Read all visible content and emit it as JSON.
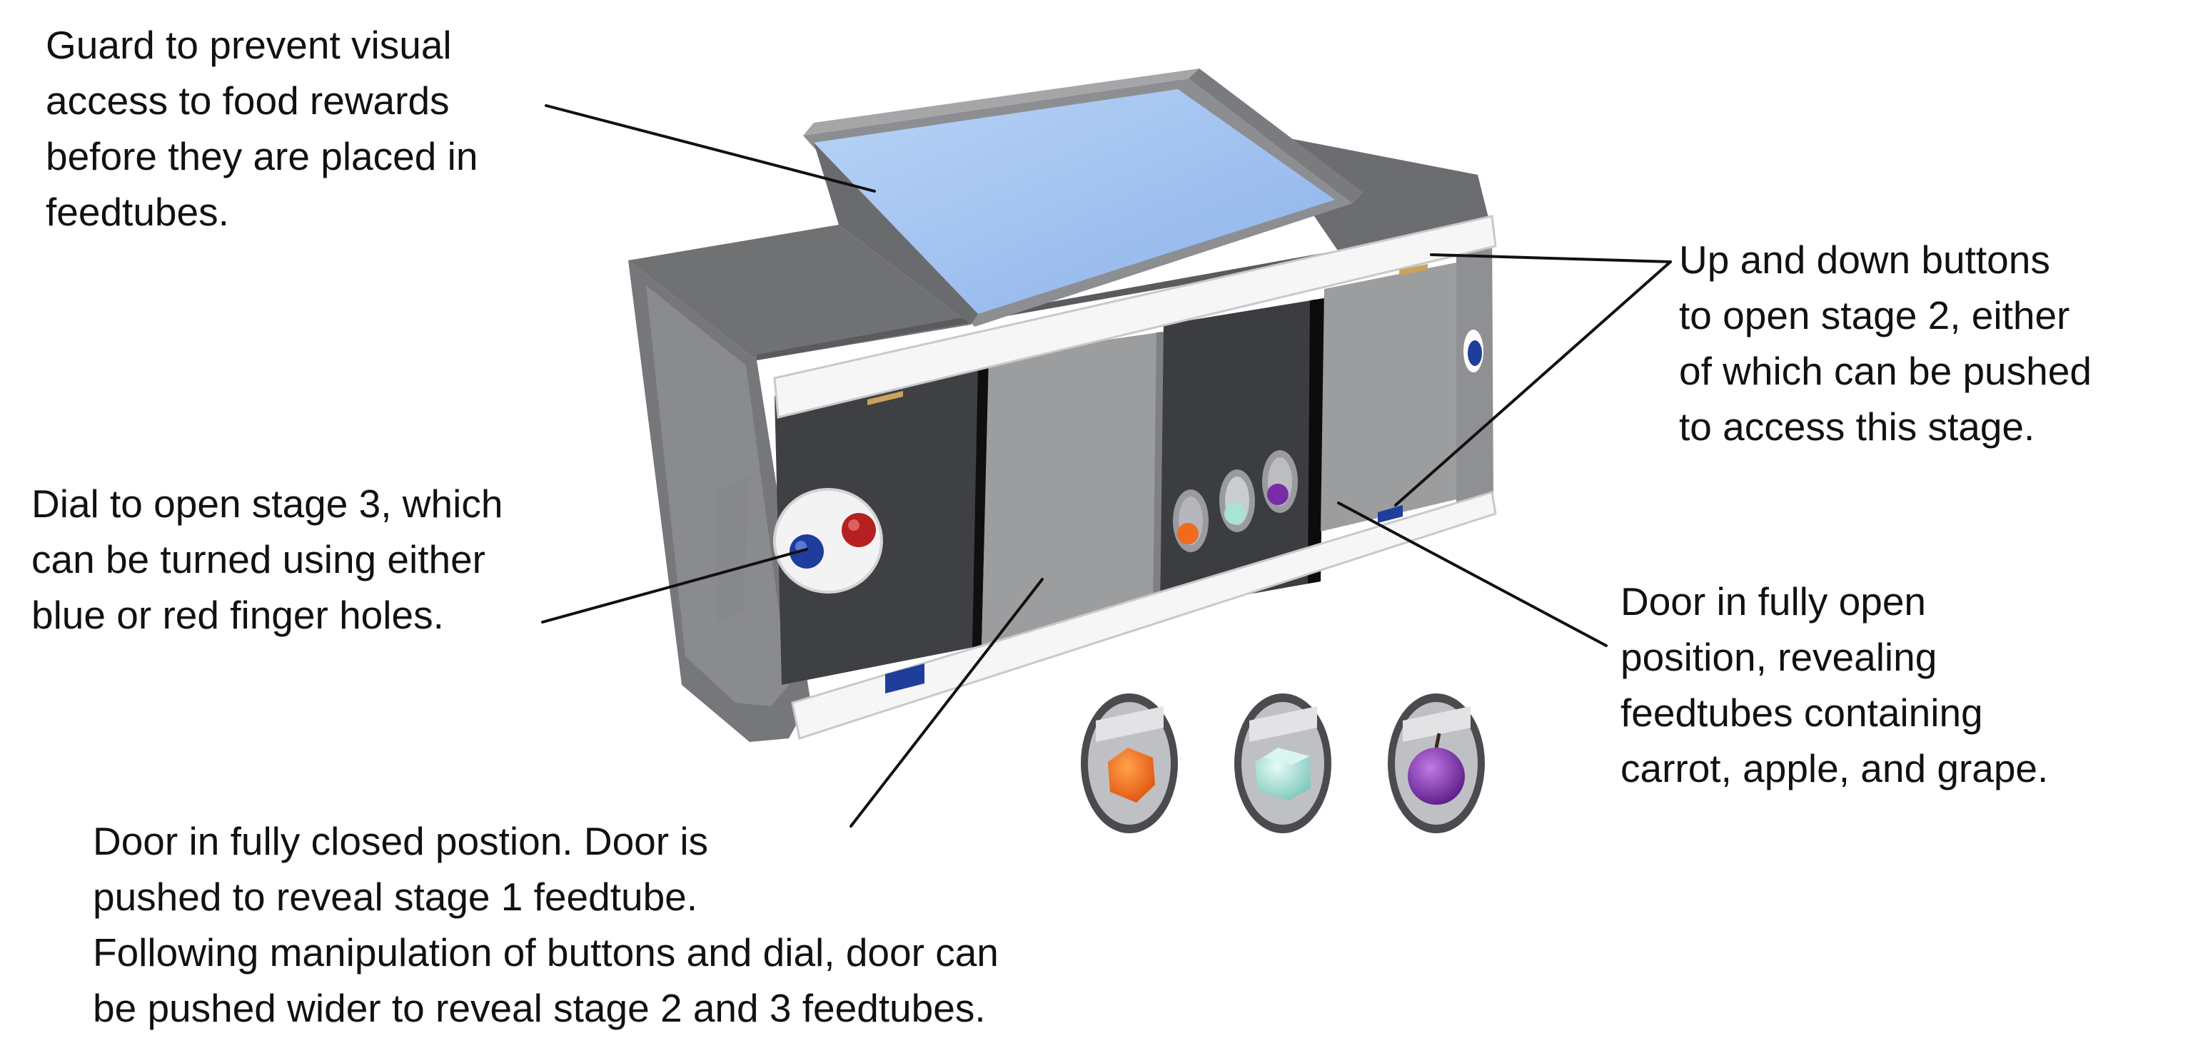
{
  "callouts": {
    "guard": {
      "lines": [
        "Guard to prevent visual",
        "access to food rewards",
        "before they are placed in",
        "feedtubes."
      ]
    },
    "buttons": {
      "lines": [
        "Up and down buttons",
        "to open stage 2, either",
        "of which can be pushed",
        "to access this stage."
      ]
    },
    "dial": {
      "lines": [
        "Dial to open stage 3, which",
        "can be turned using either",
        "blue or red finger holes."
      ]
    },
    "door_open": {
      "lines": [
        "Door in fully open",
        "position, revealing",
        "feedtubes containing",
        "carrot, apple, and grape."
      ]
    },
    "door_closed": {
      "lines": [
        "Door in fully closed postion. Door is",
        "pushed to reveal stage 1 feedtube.",
        "Following manipulation of buttons and dial, door can",
        "be pushed wider to reveal stage 2 and 3 feedtubes."
      ]
    }
  },
  "colors": {
    "guard_glass": "#9fc1ee",
    "box_frame": "#6e6f71",
    "panel_dark": "#3e3f42",
    "door_gray": "#9c9d9f",
    "rail_white": "#f6f6f6",
    "dial_blue": "#1f3d9b",
    "dial_red": "#b52020",
    "carrot_orange": "#f06a1f",
    "apple_green": "#a9e3d6",
    "grape_purple": "#7a2ba6"
  },
  "icons": [
    "carrot-icon",
    "apple-icon",
    "grape-icon"
  ]
}
